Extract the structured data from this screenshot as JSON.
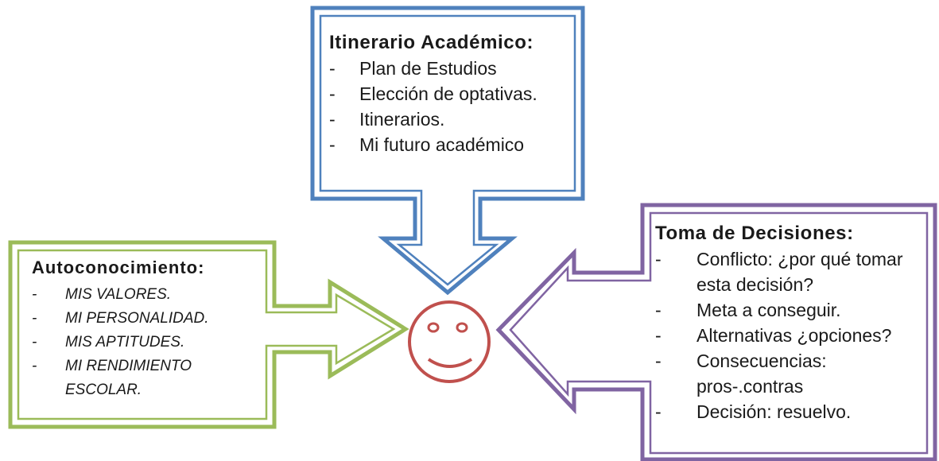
{
  "colors": {
    "top_arrow": "#4f81bd",
    "left_arrow": "#9bbb59",
    "right_arrow": "#8064a2",
    "smiley": "#c0504d"
  },
  "icons": {
    "center": "smiley-face-icon"
  },
  "top_panel": {
    "title": "Itinerario Académico:",
    "items": [
      {
        "dash": "-",
        "text": "Plan de Estudios"
      },
      {
        "dash": "-",
        "text": "Elección de optativas."
      },
      {
        "dash": "-",
        "text": "Itinerarios."
      },
      {
        "dash": "-",
        "text": "Mi futuro académico"
      }
    ]
  },
  "left_panel": {
    "title": "Autoconocimiento:",
    "items": [
      {
        "dash": "-",
        "text": "MIS VALORES."
      },
      {
        "dash": "-",
        "text": "MI PERSONALIDAD."
      },
      {
        "dash": "-",
        "text": "MIS APTITUDES."
      },
      {
        "dash": "-",
        "text": "MI RENDIMIENTO ESCOLAR."
      }
    ]
  },
  "right_panel": {
    "title": "Toma de Decisiones:",
    "items": [
      {
        "dash": "-",
        "text": "Conflicto: ¿por qué tomar esta decisión?"
      },
      {
        "dash": "-",
        "text": "Meta a conseguir."
      },
      {
        "dash": "-",
        "text": "Alternativas ¿opciones?"
      },
      {
        "dash": "-",
        "text": "Consecuencias: pros-.contras"
      },
      {
        "dash": "-",
        "text": "Decisión: resuelvo."
      }
    ]
  }
}
